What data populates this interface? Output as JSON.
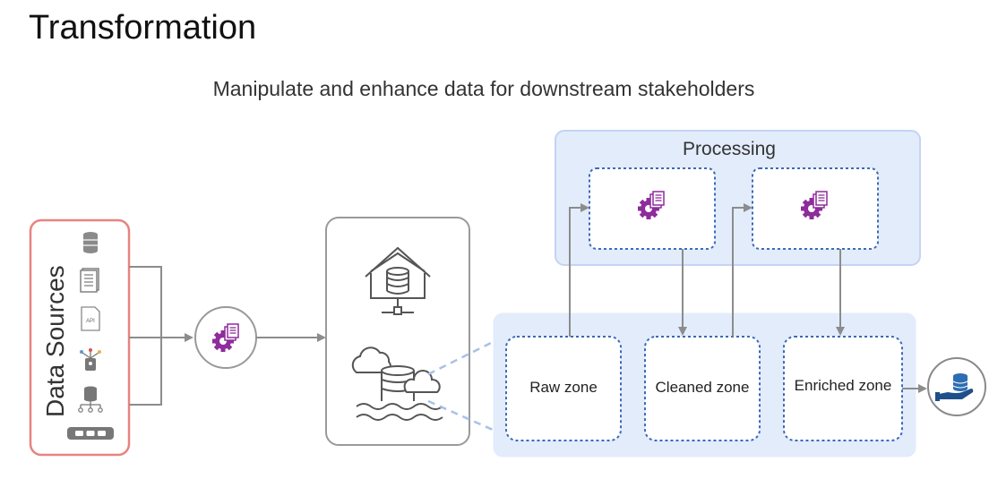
{
  "header": {
    "title": "Transformation",
    "subtitle": "Manipulate and enhance data for downstream stakeholders"
  },
  "sources": {
    "label": "Data Sources",
    "icons": [
      "database-icon",
      "document-icon",
      "api-document-icon",
      "iot-device-icon",
      "network-database-icon",
      "server-rack-icon"
    ],
    "api_text": "API"
  },
  "processing": {
    "label": "Processing"
  },
  "zones": {
    "raw": "Raw zone",
    "cleaned": "Cleaned zone",
    "enriched": "Enriched zone"
  },
  "colors": {
    "source_border": "#e8837f",
    "processing_fill": "#e3ecfb",
    "processing_border": "#c3d4f3",
    "zone_border": "#3b6ab8",
    "gear": "#8e2c9c",
    "arrow": "#8c8c8c",
    "storage_border": "#9a9a9a",
    "consumer_icon": "#2d6db3"
  }
}
